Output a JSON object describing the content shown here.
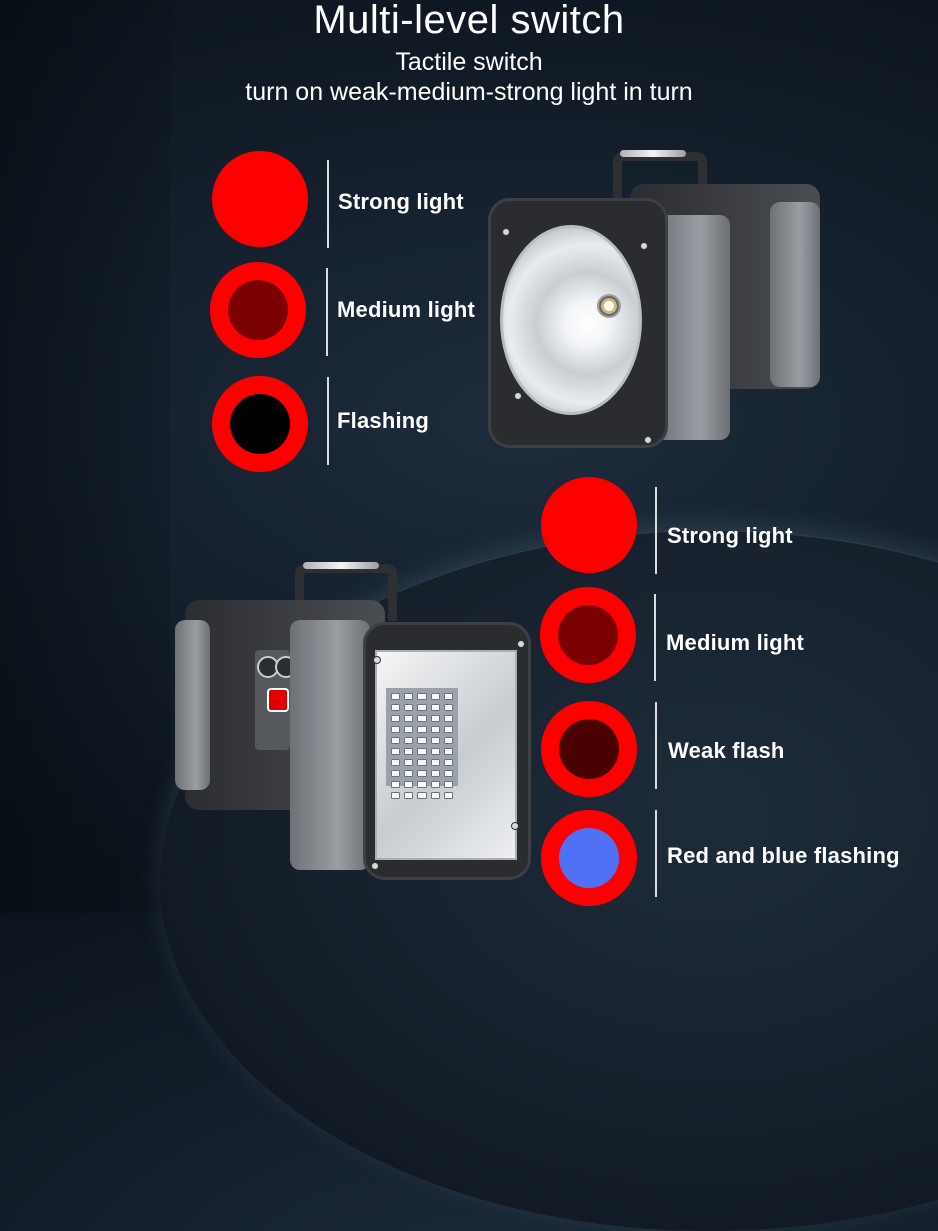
{
  "header": {
    "title": "Multi-level switch",
    "subtitle": "Tactile switch",
    "description": "turn on weak-medium-strong light in turn"
  },
  "colors": {
    "background": "#15212e",
    "ring_red": "#ff0000",
    "medium_inner": "#7a0000",
    "flash_inner": "#000000",
    "weak_flash_inner": "#4a0000",
    "blue_inner": "#4f72f5",
    "text": "#ffffff"
  },
  "spotlight_modes": {
    "items": [
      {
        "label": "Strong light",
        "icon": "solid-red-circle-icon"
      },
      {
        "label": "Medium light",
        "icon": "red-ring-dark-red-center-icon"
      },
      {
        "label": "Flashing",
        "icon": "red-ring-black-center-icon"
      }
    ]
  },
  "floodlight_modes": {
    "items": [
      {
        "label": "Strong light",
        "icon": "solid-red-circle-icon"
      },
      {
        "label": "Medium light",
        "icon": "red-ring-dark-red-center-icon"
      },
      {
        "label": "Weak flash",
        "icon": "red-ring-maroon-center-icon"
      },
      {
        "label": "Red and blue flashing",
        "icon": "red-ring-blue-center-icon"
      }
    ]
  },
  "products": {
    "spotlight": "spotlight-flashlight-image",
    "floodlight": "led-floodlight-image"
  }
}
